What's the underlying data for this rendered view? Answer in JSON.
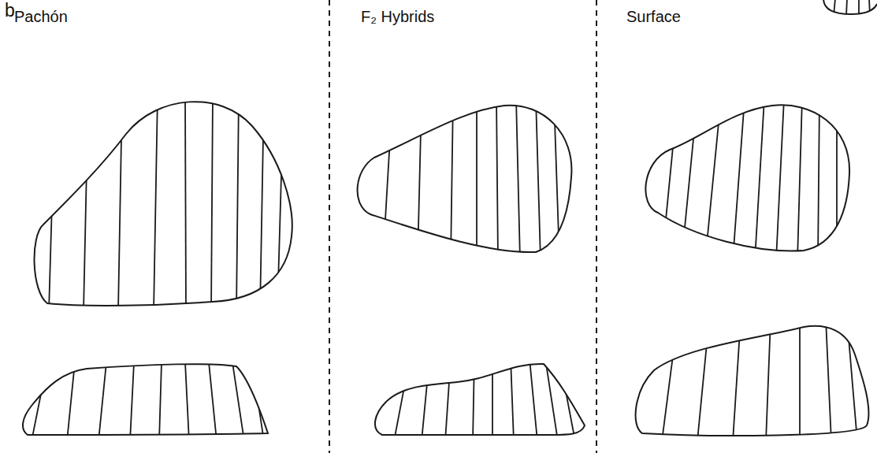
{
  "diagram": {
    "labels": [
      "b",
      "Pachón",
      "F₂ Hybrids",
      "Surface"
    ]
  }
}
